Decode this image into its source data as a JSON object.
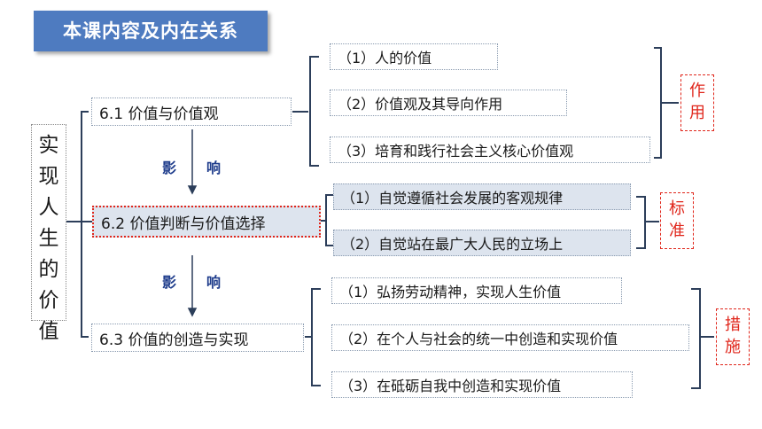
{
  "title": "本课内容及内在关系",
  "root": [
    "实",
    "现",
    "人",
    "生",
    "的",
    "价",
    "值"
  ],
  "sections": [
    {
      "label": "6.1  价值与价值观",
      "items": [
        "（1）人的价值",
        "（2）价值观及其导向作用",
        "（3）培育和践行社会主义核心价值观"
      ],
      "tag": [
        "作",
        "用"
      ]
    },
    {
      "label": "6.2  价值判断与价值选择",
      "items": [
        "（1）自觉遵循社会发展的客观规律",
        "（2）自觉站在最广大人民的立场上"
      ],
      "tag": [
        "标",
        "准"
      ]
    },
    {
      "label": "6.3  价值的创造与实现",
      "items": [
        "（1）弘扬劳动精神，实现人生价值",
        "（2）在个人与社会的统一中创造和实现价值",
        "（3）在砥砺自我中创造和实现价值"
      ],
      "tag": [
        "措",
        "施"
      ]
    }
  ],
  "influence": [
    [
      "影",
      "响"
    ],
    [
      "影",
      "响"
    ]
  ],
  "colors": {
    "title_bg": "#4e7bc0",
    "tag_red": "#e0261b",
    "influence_blue": "#1f3d8c",
    "shade": "#dde4ee",
    "line": "#2c3e5a"
  }
}
